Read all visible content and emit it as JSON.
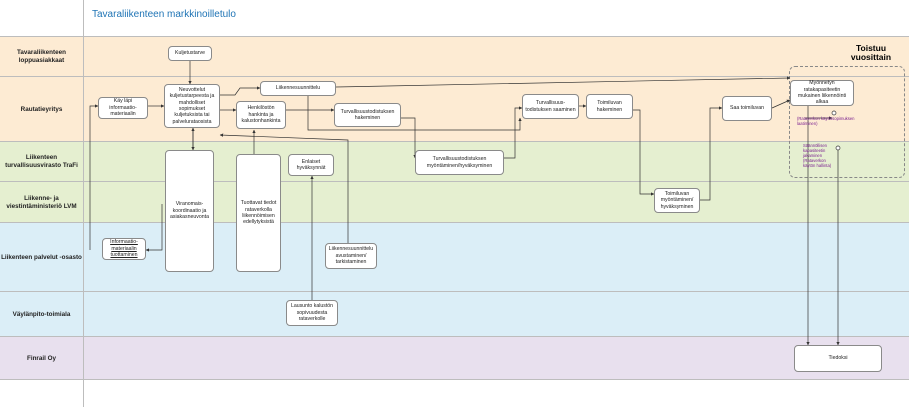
{
  "title": "Tavaraliikenteen markkinoilletulo",
  "lanes": [
    {
      "label": "",
      "color": "#ffffff"
    },
    {
      "label": "Tavaraliikenteen loppuasiakkaat",
      "color": "#fdebd3"
    },
    {
      "label": "Rautatieyritys",
      "color": "#fdebd3"
    },
    {
      "label": "Liikenteen turvallisuusvirasto TraFi",
      "color": "#e5efd0"
    },
    {
      "label": "Liikenne- ja viestintäministeriö LVM",
      "color": "#e5efd0"
    },
    {
      "label": "Liikenteen palvelut -osasto",
      "color": "#dbeef7"
    },
    {
      "label": "Väylänpito-toimiala",
      "color": "#dbeef7"
    },
    {
      "label": "Finrail Oy",
      "color": "#e8e0ee"
    },
    {
      "label": "",
      "color": "#ffffff"
    }
  ],
  "boxes": {
    "kuljetustarve": "Kuljetustarve",
    "kay_lapi": "Käy läpi informaatio-materiaalin",
    "neuvottelut": "Neuvottelut kuljetustarpeesta ja mahdolliset sopimukset kuljetuksista tai palvelurataosista",
    "liikennesuunnittelu": "Liikennesuunnittelu",
    "henkiloston": "Henkilöstön hankinta ja kalustonhankinta",
    "turv_hakeminen": "Turvallisuustodistuksen hakeminen",
    "turv_saaminen": "Turvallisuus-todistuksen saaminen",
    "toimiluvan_hakeminen": "Toimiluvan hakeminen",
    "saa_toimiluvan": "Saa toimiluvan",
    "myonnetyn": "Myönnetyn ratakapasiteetin mukainen liikennöinti alkaa",
    "viranomais": "Viranomais-koordinaatio ja asiakasneuvonta",
    "tuottavat": "Tuottavat tiedot rataverkolla liikennöimisen edellytyksistä",
    "enlaiset": "Enlaiset hyväksynnät",
    "turv_myontaminen": "Turvallisuustodistuksen myöntäminen/hyväksyminen",
    "toimiluvan_myontaminen": "Toimiluvan myöntäminen/ hyväksyminen",
    "informaatio": "Informaatio-materiaalin tuottaminen",
    "liik_avustaminen": "Liikennesuunnittelu avustaminen/ tarkistaminen",
    "lausunto": "Lausunto kalustön sopivuudesta rataverkolle",
    "tiedoksi": "Tiedoksi"
  },
  "repeat_title": "Toistuu vuosittain",
  "notes": {
    "ratakapasiteetti": "(Rataverkon käyttösopimuksen laatiminen)",
    "saannollisen": "Säännöllisen kapasiteetin jakaminen (Rataverkon käytön hallinta)"
  },
  "colors": {
    "title": "#1f74b5",
    "note": "#7a1f8f",
    "border": "#8a8a8a"
  }
}
